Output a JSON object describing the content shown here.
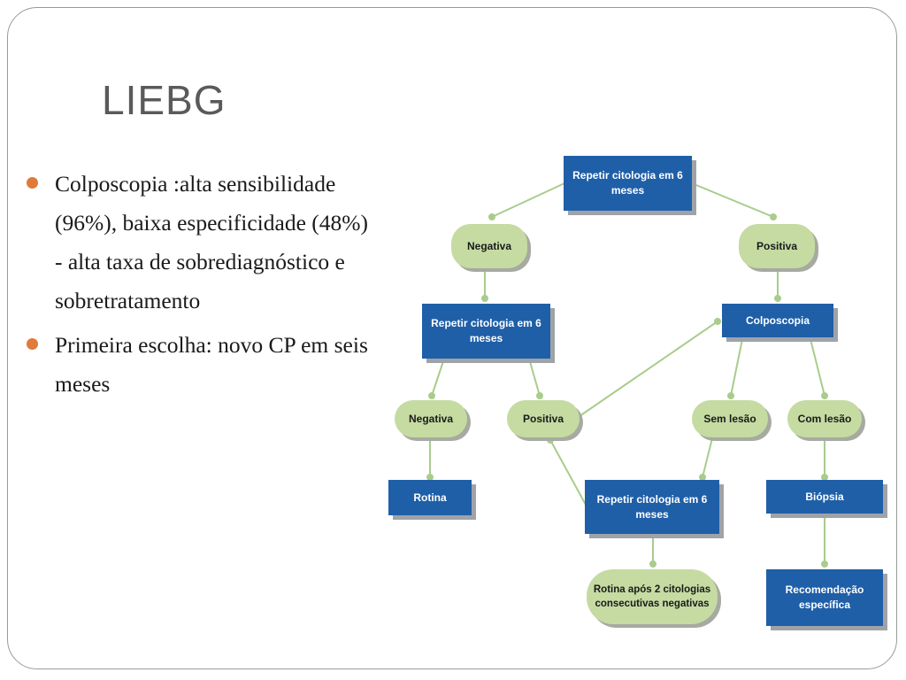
{
  "slide": {
    "title": "LIEBG",
    "bullets": [
      "Colposcopia :alta sensibilidade (96%), baixa especificidade (48%) - alta taxa de sobrediagnóstico e sobretratamento",
      "Primeira escolha: novo CP em seis meses"
    ]
  },
  "flowchart": {
    "repeat_top": "Repetir citologia em 6 meses",
    "negativa_1": "Negativa",
    "positiva_1": "Positiva",
    "repeat_left": "Repetir citologia em 6 meses",
    "colposcopia": "Colposcopia",
    "negativa_2": "Negativa",
    "positiva_2": "Positiva",
    "sem_lesao": "Sem lesão",
    "com_lesao": "Com lesão",
    "rotina": "Rotina",
    "repeat_bottom": "Repetir citologia em 6 meses",
    "biopsia": "Biópsia",
    "rotina_apos": "Rotina após 2 citologias consecutivas negativas",
    "recomendacao": "Recomendação específica",
    "colors": {
      "box": "#1f5fa8",
      "pill": "#c5dba2",
      "connector": "#a9cc8c",
      "bullet": "#e07a3a"
    }
  }
}
